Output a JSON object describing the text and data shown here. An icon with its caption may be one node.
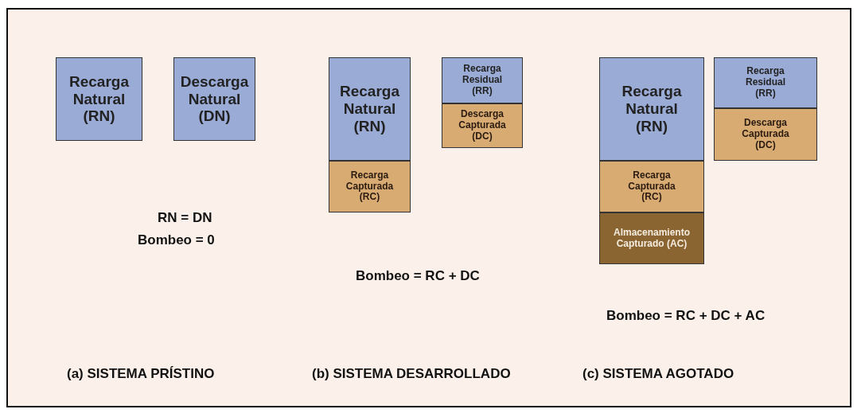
{
  "diagram": {
    "nodes": [
      {
        "text": [
          "Recarga Natural (RN)"
        ]
      },
      {
        "text": [
          "Descarga Natural (DN)"
        ]
      },
      {
        "text": [
          "Recarga Natural (RN)"
        ]
      },
      {
        "text": [
          "Recarga Capturada (RC)"
        ]
      },
      {
        "text": [
          "Recarga Residual (RR)"
        ]
      },
      {
        "text": [
          "Descarga Capturada (DC)"
        ]
      },
      {
        "text": [
          "Recarga Natural (RN)"
        ]
      },
      {
        "text": [
          "Recarga Capturada (RC)"
        ]
      },
      {
        "text": [
          "Almacenamiento Capturado (AC)"
        ]
      },
      {
        "text": [
          "Recarga Residual (RR)"
        ]
      },
      {
        "text": [
          "Descarga Capturada (DC)"
        ]
      }
    ],
    "labels": [
      "RN = DN",
      "Bombeo = 0",
      "Bombeo = RC + DC",
      "Bombeo = RC + DC + AC",
      "(a) SISTEMA PRÍSTINO",
      "(b) SISTEMA DESARROLLADO",
      "(c) SISTEMA AGOTADO"
    ]
  }
}
